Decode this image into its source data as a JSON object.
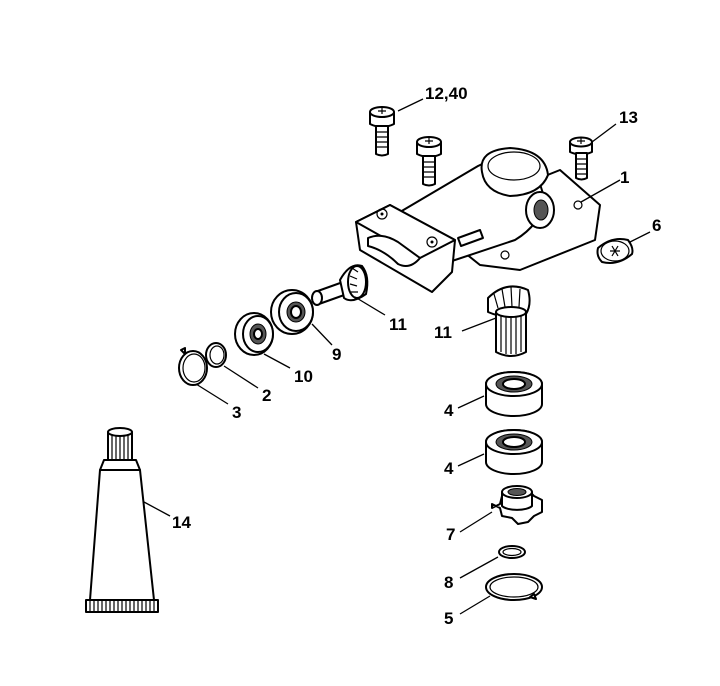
{
  "labels": {
    "l1": "1",
    "l2": "2",
    "l3": "3",
    "l4a": "4",
    "l4b": "4",
    "l5": "5",
    "l6": "6",
    "l7": "7",
    "l8": "8",
    "l9": "9",
    "l10": "10",
    "l11a": "11",
    "l11b": "11",
    "l12": "12,40",
    "l13": "13",
    "l14": "14"
  }
}
